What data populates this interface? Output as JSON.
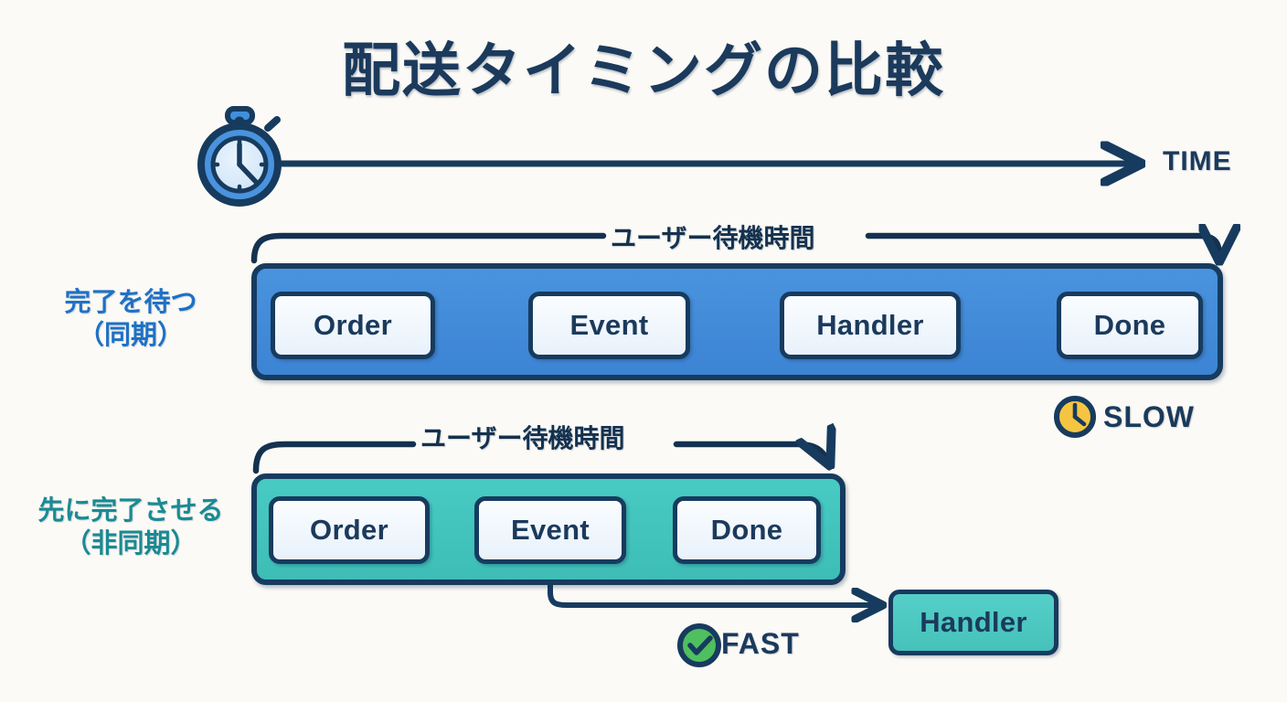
{
  "page": {
    "title": "配送タイミングの比較",
    "background_color": "#FBFAF6",
    "ink_color": "#173B5E"
  },
  "timeline": {
    "icon": "stopwatch-icon",
    "axis_label": "TIME",
    "axis_arrow": "arrow-right-icon"
  },
  "rows": [
    {
      "id": "sync",
      "label_line1": "完了を待つ",
      "label_line2": "（同期）",
      "label_color": "#1F71C4",
      "lane_color": "#4A93DE",
      "bracket_caption": "ユーザー待機時間",
      "steps": [
        {
          "label": "Order"
        },
        {
          "label": "Event"
        },
        {
          "label": "Handler"
        },
        {
          "label": "Done"
        }
      ],
      "badge": {
        "label": "SLOW",
        "icon": "clock-icon",
        "icon_color": "#F5C542"
      }
    },
    {
      "id": "async",
      "label_line1": "先に完了させる",
      "label_line2": "（非同期）",
      "label_color": "#1A8A93",
      "lane_color": "#48CBC4",
      "bracket_caption": "ユーザー待機時間",
      "steps": [
        {
          "label": "Order"
        },
        {
          "label": "Event"
        },
        {
          "label": "Done"
        }
      ],
      "deferred_step": {
        "label": "Handler",
        "fill": "#4FCBC3"
      },
      "badge": {
        "label": "FAST",
        "icon": "check-circle-icon",
        "icon_color": "#4FBF5F"
      }
    }
  ]
}
